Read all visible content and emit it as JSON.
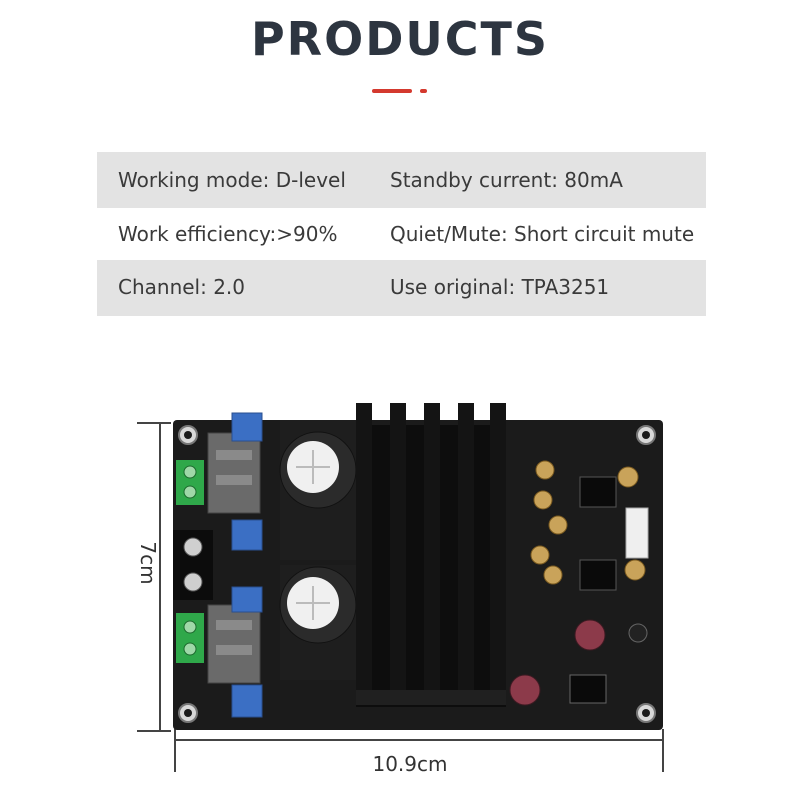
{
  "title": "PRODUCTS",
  "specs": [
    {
      "left": "Working mode: D-level",
      "right": "Standby current: 80mA"
    },
    {
      "left": "Work efficiency:>90%",
      "right": "Quiet/Mute: Short circuit mute"
    },
    {
      "left": "Channel: 2.0",
      "right": "Use original: TPA3251"
    }
  ],
  "dimensions": {
    "height": "7cm",
    "width": "10.9cm"
  },
  "colors": {
    "accent": "#d4392e",
    "title": "#2d3540",
    "row_shade": "#e3e3e3",
    "pcb": "#1b1b1b"
  }
}
